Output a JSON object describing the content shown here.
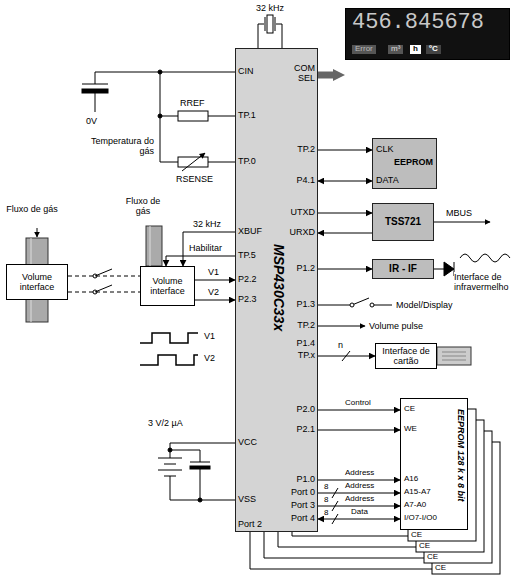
{
  "diagram": {
    "nodes": [
      {
        "text": [
          "456.845678",
          "Error",
          "m³",
          "h",
          "ºC"
        ]
      },
      {
        "text": [
          "MSP430C33x"
        ]
      },
      {
        "text": [
          "CLK",
          "EEPROM",
          "DATA"
        ]
      },
      {
        "text": [
          "TSS721"
        ]
      },
      {
        "text": [
          "IR - IF"
        ]
      },
      {
        "text": [
          "Volume interface"
        ]
      },
      {
        "text": [
          "Volume interface"
        ]
      },
      {
        "text": [
          "Interface de cartão"
        ]
      },
      {
        "text": [
          "CE",
          "WE",
          "EEPROM 128 k x 8 bit",
          "A16",
          "A15-A7",
          "A7-A0",
          "I/O7-I/O0"
        ]
      }
    ],
    "edges": [
      {
        "from": 1,
        "to": 0,
        "arrow": "to"
      },
      {
        "from": 1,
        "to": 2,
        "arrow": "to"
      },
      {
        "from": 1,
        "to": 2,
        "arrow": "both"
      },
      {
        "from": 1,
        "to": 3,
        "arrow": "to"
      },
      {
        "from": 3,
        "to": 1,
        "arrow": "to"
      },
      {
        "from": 1,
        "to": 4,
        "arrow": "to"
      },
      {
        "from": 1,
        "to": 5,
        "arrow": "to",
        "label": "32 kHz"
      },
      {
        "from": 1,
        "to": 5,
        "arrow": "to",
        "label": "Habilitar"
      },
      {
        "from": 5,
        "to": 1,
        "arrow": "to",
        "label": "V1"
      },
      {
        "from": 5,
        "to": 1,
        "arrow": "to",
        "label": "V2"
      },
      {
        "from": 6,
        "to": 5,
        "arrow": "none"
      },
      {
        "from": 6,
        "to": 5,
        "arrow": "none"
      },
      {
        "from": 1,
        "to": 7,
        "arrow": "to"
      },
      {
        "from": 1,
        "to": 8,
        "arrow": "to",
        "label": "Control"
      },
      {
        "from": 1,
        "to": 8,
        "arrow": "to"
      },
      {
        "from": 1,
        "to": 8,
        "arrow": "to",
        "label": "Address"
      },
      {
        "from": 1,
        "to": 8,
        "arrow": "to",
        "label": "Address"
      },
      {
        "from": 1,
        "to": 8,
        "arrow": "to",
        "label": "Address"
      },
      {
        "from": 1,
        "to": 8,
        "arrow": "both",
        "label": "Data"
      }
    ],
    "labels": [
      "32 kHz",
      "CIN",
      "COM SEL",
      "0V",
      "RREF",
      "TP.1",
      "Temperatura do gás",
      "RSENSE",
      "TP.0",
      "TP.2",
      "P4.1",
      "UTXD",
      "URXD",
      "MBUS",
      "Fluxo de gás",
      "Fluxo de gás",
      "XBUF",
      "TP.5",
      "P2.2",
      "P2.3",
      "P1.2",
      "Interface de infravermelho",
      "P1.3",
      "Model/Display",
      "TP.2",
      "Volume pulse",
      "V1",
      "V2",
      "P1.4",
      "TP.x",
      "n",
      "P2.0",
      "P2.1",
      "3 V/2 µA",
      "VCC",
      "VSS",
      "P1.0",
      "Port 0",
      "Port 3",
      "Port 4",
      "Port 2",
      "8",
      "8",
      "8",
      "CE",
      "CE",
      "CE",
      "CE"
    ]
  }
}
